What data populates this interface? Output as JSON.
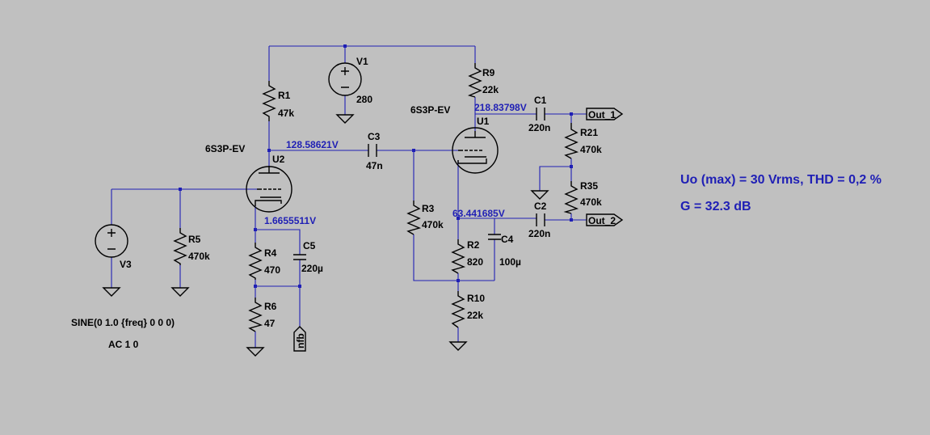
{
  "components": {
    "v1": {
      "name": "V1",
      "value": "280"
    },
    "v3": {
      "name": "V3",
      "spice_line1": "SINE(0 1.0 {freq} 0 0 0)",
      "spice_line2": "AC 1 0"
    },
    "r1": {
      "name": "R1",
      "value": "47k"
    },
    "r9": {
      "name": "R9",
      "value": "22k"
    },
    "r5": {
      "name": "R5",
      "value": "470k"
    },
    "r4": {
      "name": "R4",
      "value": "470"
    },
    "r6": {
      "name": "R6",
      "value": "47"
    },
    "r3": {
      "name": "R3",
      "value": "470k"
    },
    "r2": {
      "name": "R2",
      "value": "820"
    },
    "r10": {
      "name": "R10",
      "value": "22k"
    },
    "r21": {
      "name": "R21",
      "value": "470k"
    },
    "r35": {
      "name": "R35",
      "value": "470k"
    },
    "c1": {
      "name": "C1",
      "value": "220n"
    },
    "c2": {
      "name": "C2",
      "value": "220n"
    },
    "c3": {
      "name": "C3",
      "value": "47n"
    },
    "c4": {
      "name": "C4",
      "value": "100µ"
    },
    "c5": {
      "name": "C5",
      "value": "220µ"
    },
    "u1": {
      "name": "U1",
      "model": "6S3P-EV"
    },
    "u2": {
      "name": "U2",
      "model": "6S3P-EV"
    }
  },
  "node_voltages": {
    "u2_plate": "128.58621V",
    "u2_cathode": "1.6655511V",
    "u1_plate": "218.83798V",
    "u1_cathode": "63.441685V"
  },
  "ports": {
    "out1": "Out_1",
    "out2": "Out_2",
    "nfb": "nfb"
  },
  "notes": {
    "line1": "Uo (max) = 30 Vrms, THD = 0,2 %",
    "line2": "G = 32.3 dB"
  },
  "colors": {
    "wire": "#1f1fb5",
    "component": "#000000",
    "background": "#c0c0c0"
  }
}
